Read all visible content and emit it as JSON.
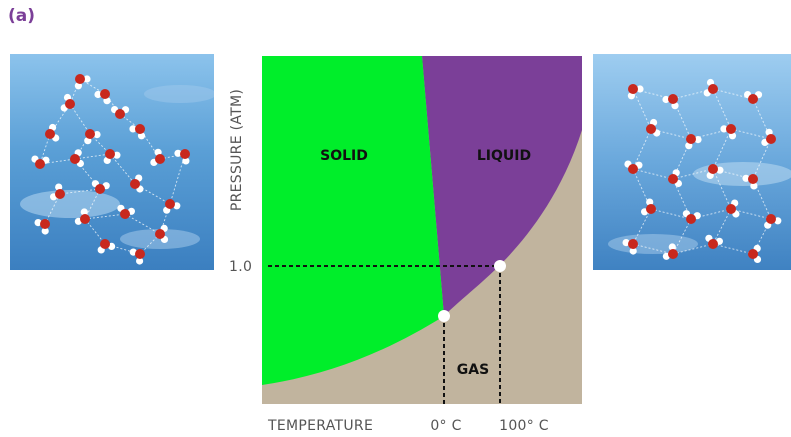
{
  "figure": {
    "panel_label": "(a)"
  },
  "diagram": {
    "regions": {
      "solid": "SOLID",
      "liquid": "LIQUID",
      "gas": "GAS"
    },
    "y_axis_label": "PRESSURE (ATM)",
    "y_tick": "1.0",
    "x_axis_label": "TEMPERATURE",
    "x_ticks": [
      "0° C",
      "100° C"
    ]
  },
  "colors": {
    "solid": "#00ee2a",
    "liquid": "#7b3f98",
    "gas": "#c1b49e",
    "panel_label": "#7b3f98",
    "oxygen_atom": "#c8281e",
    "hydrogen_atom": "#ffffff",
    "water_background": "#5b9fd4"
  },
  "images": {
    "left": "liquid-water-molecular-structure",
    "right": "ice-hexagonal-lattice-structure"
  }
}
